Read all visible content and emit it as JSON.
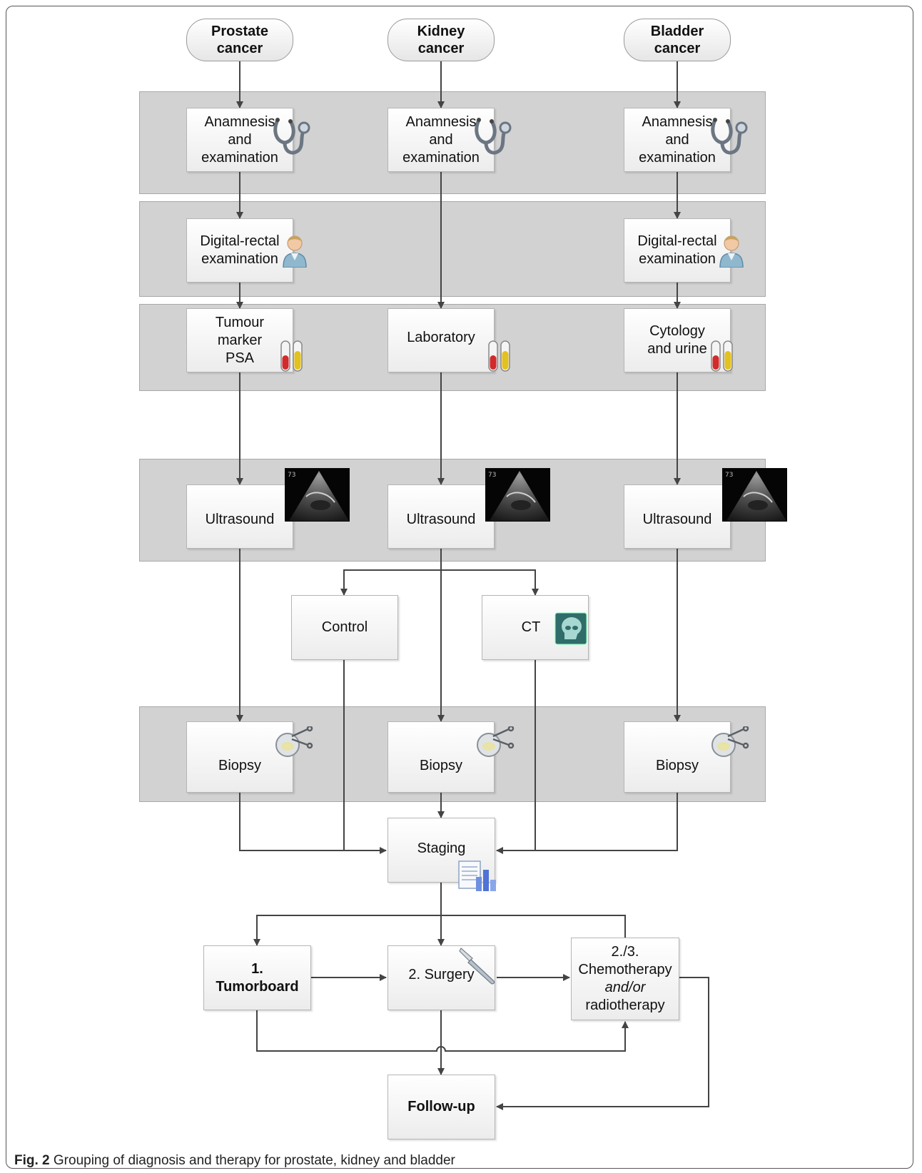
{
  "columns": {
    "prostate": {
      "start": "Prostate cancer",
      "anamnesis": "Anamnesis and examination",
      "dre": "Digital-rectal examination",
      "lab": "Tumour marker PSA",
      "ultrasound": "Ultrasound",
      "biopsy": "Biopsy"
    },
    "kidney": {
      "start": "Kidney cancer",
      "anamnesis": "Anamnesis and examination",
      "lab": "Laboratory",
      "ultrasound": "Ultrasound",
      "biopsy": "Biopsy"
    },
    "bladder": {
      "start": "Bladder cancer",
      "anamnesis": "Anamnesis and examination",
      "dre": "Digital-rectal examination",
      "lab": "Cytology and urine",
      "ultrasound": "Ultrasound",
      "biopsy": "Biopsy"
    }
  },
  "branch": {
    "control": "Control",
    "ct": "CT"
  },
  "staging": "Staging",
  "therapy": {
    "tumorboard": "1. Tumorboard",
    "surgery": "2. Surgery",
    "chemo_line1": "2./3.",
    "chemo_line2": "Chemotherapy",
    "chemo_line3": "and/or",
    "chemo_line4": "radiotherapy"
  },
  "followup": "Follow-up",
  "caption": {
    "label": "Fig. 2",
    "text": "Grouping of diagnosis and therapy for prostate, kidney and bladder"
  },
  "icons": {
    "anamnesis": "stethoscope-icon",
    "dre": "doctor-icon",
    "lab": "test-tubes-icon",
    "ultrasound": "ultrasound-scan-icon",
    "ct": "ct-skull-icon",
    "biopsy": "biopsy-scissors-icon",
    "staging": "report-chart-icon",
    "surgery": "scalpel-icon"
  }
}
